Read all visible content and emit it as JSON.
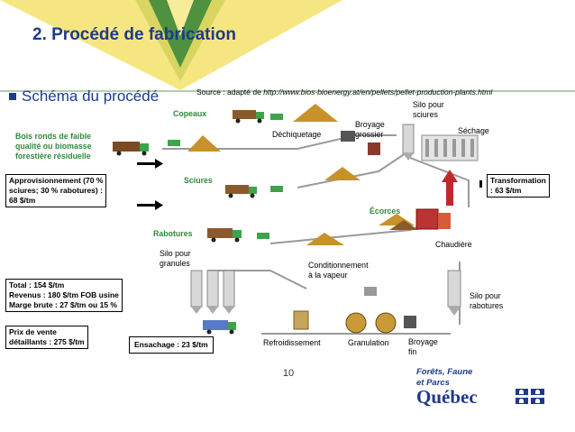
{
  "header": {
    "title": "2. Procédé de fabrication",
    "bullet": "Schéma du procédé",
    "source_prefix": "Source : adapté de ",
    "source_url": "http://www.bios-bioenergy.at/en/pellets/pellet-production-plants.html"
  },
  "inputs": {
    "copeaux": "Copeaux",
    "sciures": "Sciures",
    "rabotures": "Rabotures",
    "biomasse_l1": "Bois ronds de faible",
    "biomasse_l2": "qualité ou biomasse",
    "biomasse_l3": "forestière résiduelle"
  },
  "steps": {
    "dechiquetage": "Déchiquetage",
    "broyage_grossier_l1": "Broyage",
    "broyage_grossier_l2": "grossier",
    "silo_sciures_l1": "Silo pour",
    "silo_sciures_l2": "sciures",
    "sechage": "Séchage",
    "ecorces": "Écorces",
    "chaudiere": "Chaudière",
    "silo_granules_l1": "Silo pour",
    "silo_granules_l2": "granules",
    "conditionnement_l1": "Conditionnement",
    "conditionnement_l2": "à la vapeur",
    "silo_rabotures_l1": "Silo pour",
    "silo_rabotures_l2": "rabotures",
    "refroidissement": "Refroidissement",
    "granulation": "Granulation",
    "broyage_fin_l1": "Broyage",
    "broyage_fin_l2": "fin"
  },
  "boxes": {
    "approvisionnement_l1": "Approvisionnement (70 %",
    "approvisionnement_l2": "sciures; 30 % rabotures) :",
    "approvisionnement_l3": "68 $/tm",
    "transformation_l1": "Transformation",
    "transformation_l2": ": 63 $/tm",
    "total_l1": "Total : 154 $/tm",
    "total_l2": "Revenus : 180 $/tm FOB usine",
    "total_l3": "Marge brute : 27 $/tm ou 15 %",
    "prix_l1": "Prix de vente",
    "prix_l2": "détaillants : 275 $/tm",
    "ensachage": "Ensachage : 23 $/tm"
  },
  "footer": {
    "page": "10",
    "org_l1": "Forêts, Faune",
    "org_l2": "et Parcs",
    "quebec": "Québec"
  },
  "colors": {
    "title_blue": "#1f3a8a",
    "input_green": "#2f8a3a",
    "deco_yellow": "#f3e26b",
    "deco_green": "#3f8a3a",
    "arrow_red": "#c0282d"
  }
}
